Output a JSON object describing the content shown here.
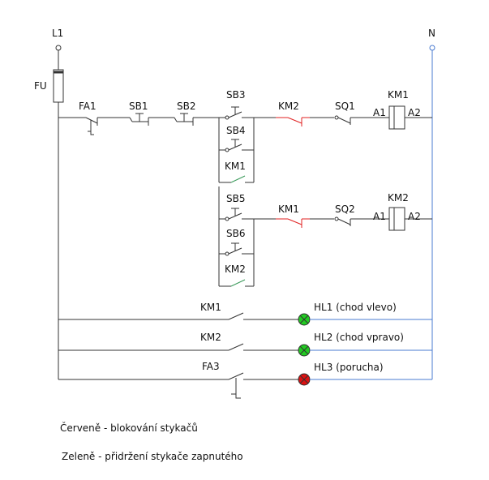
{
  "colors": {
    "wire": "#333333",
    "neutral": "#4a7bd0",
    "interlock": "#e02020",
    "holding": "#3a9a5a",
    "lamp_green": "#22cc22",
    "lamp_red": "#dd1111"
  },
  "labels": {
    "l1": "L1",
    "n": "N",
    "fu": "FU",
    "fa1": "FA1",
    "sb1": "SB1",
    "sb2": "SB2",
    "sb3": "SB3",
    "km2_interlock": "KM2",
    "sq1": "SQ1",
    "km1_coil": "KM1",
    "km1_a1": "A1",
    "km1_a2": "A2",
    "sb4": "SB4",
    "km1_hold": "KM1",
    "sb5": "SB5",
    "km1_interlock": "KM1",
    "sq2": "SQ2",
    "km2_coil": "KM2",
    "km2_a1": "A1",
    "km2_a2": "A2",
    "sb6": "SB6",
    "km2_hold": "KM2",
    "km1_signal": "KM1",
    "hl1": "HL1 (chod vlevo)",
    "km2_signal": "KM2",
    "hl2": "HL2 (chod vpravo)",
    "fa3": "FA3",
    "hl3": "HL3 (porucha)"
  },
  "legend": {
    "red": "Červeně - blokování stykačů",
    "green": "Zeleně - přidržení stykače zapnutého"
  }
}
